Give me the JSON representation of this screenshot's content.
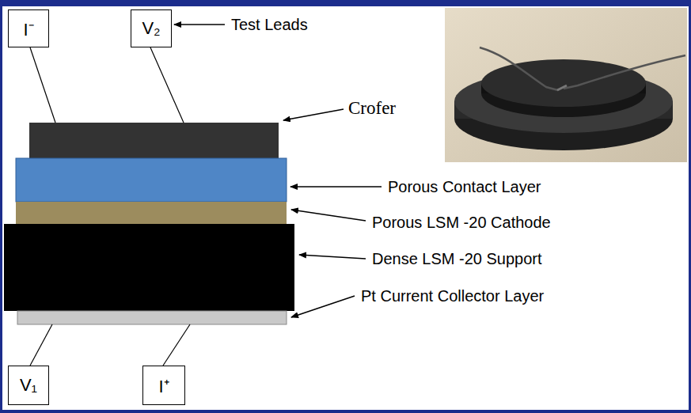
{
  "diagram": {
    "nodes": [
      {
        "text": [
          "I⁻"
        ]
      },
      {
        "text": [
          "V₂"
        ]
      },
      {
        "text": [
          "V₁"
        ]
      },
      {
        "text": [
          "I⁺"
        ]
      }
    ],
    "labels": [
      "Test Leads",
      "Crofer",
      "Porous Contact Layer",
      "Porous LSM -20 Cathode",
      "Dense LSM -20 Support",
      "Pt Current Collector Layer"
    ]
  }
}
